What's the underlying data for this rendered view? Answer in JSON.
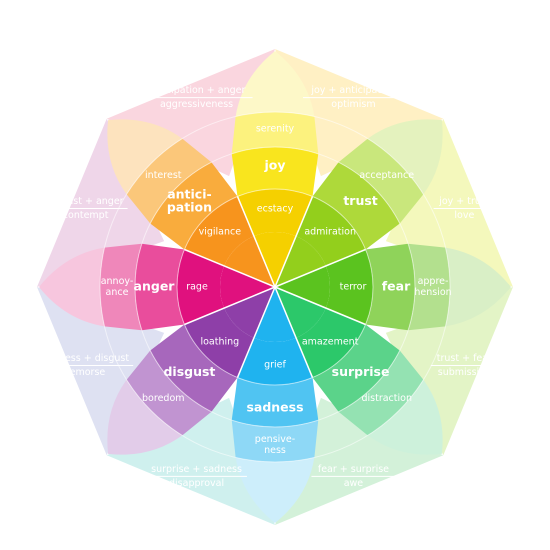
{
  "emotions": [
    {
      "key": "joy",
      "inner": [
        "ecstacy"
      ],
      "main": [
        "joy"
      ],
      "outer": [
        "serenity"
      ],
      "colors": {
        "inner": "#F5D000",
        "main": "#F9E51E",
        "outer": "#FCF27E",
        "outer_edge": "#FDF8C8"
      }
    },
    {
      "key": "trust",
      "inner": [
        "admiration"
      ],
      "main": [
        "trust"
      ],
      "outer": [
        "acceptance"
      ],
      "colors": {
        "inner": "#93CF1C",
        "main": "#AED93A",
        "outer": "#C9E77C",
        "outer_edge": "#E4F2BE"
      }
    },
    {
      "key": "fear",
      "inner": [
        "terror"
      ],
      "main": [
        "fear"
      ],
      "outer": [
        "appre-",
        "hension"
      ],
      "colors": {
        "inner": "#5BC31F",
        "main": "#8FD35A",
        "outer": "#B3E08E",
        "outer_edge": "#D9EFC6"
      }
    },
    {
      "key": "surprise",
      "inner": [
        "amazement"
      ],
      "main": [
        "surprise"
      ],
      "outer": [
        "distraction"
      ],
      "colors": {
        "inner": "#2CC86A",
        "main": "#5BD38A",
        "outer": "#94E2B2",
        "outer_edge": "#CDF1DB"
      }
    },
    {
      "key": "sadness",
      "inner": [
        "grief"
      ],
      "main": [
        "sadness"
      ],
      "outer": [
        "pensive-",
        "ness"
      ],
      "colors": {
        "inner": "#1FB3EF",
        "main": "#50C4F2",
        "outer": "#8ED8F6",
        "outer_edge": "#CDEEFB"
      }
    },
    {
      "key": "disgust",
      "inner": [
        "loathing"
      ],
      "main": [
        "disgust"
      ],
      "outer": [
        "boredom"
      ],
      "colors": {
        "inner": "#8E3FA8",
        "main": "#A767BC",
        "outer": "#C194D1",
        "outer_edge": "#E2CCE9"
      }
    },
    {
      "key": "anger",
      "inner": [
        "rage"
      ],
      "main": [
        "anger"
      ],
      "outer": [
        "annoy-",
        "ance"
      ],
      "colors": {
        "inner": "#E0117E",
        "main": "#E94D9C",
        "outer": "#EF87BA",
        "outer_edge": "#F7C6DE"
      }
    },
    {
      "key": "anticipation",
      "inner": [
        "vigilance"
      ],
      "main": [
        "antici-",
        "pation"
      ],
      "outer": [
        "interest"
      ],
      "colors": {
        "inner": "#F7941D",
        "main": "#F9AC3D",
        "outer": "#FBC77A",
        "outer_edge": "#FDE3BE"
      }
    }
  ],
  "dyads": [
    {
      "combo": "joy + anticipation",
      "result": "optimism",
      "color": "#FFF0C4"
    },
    {
      "combo": "joy + trust",
      "result": "love",
      "color": "#F4F8BC"
    },
    {
      "combo": "trust + fear",
      "result": "submission",
      "color": "#E3F4C6"
    },
    {
      "combo": "fear + surprise",
      "result": "awe",
      "color": "#D3F1D9"
    },
    {
      "combo": "surprise + sadness",
      "result": "disapproval",
      "color": "#CFF0EE"
    },
    {
      "combo": "sadness + disgust",
      "result": "remorse",
      "color": "#DEE1F2"
    },
    {
      "combo": "disgust + anger",
      "result": "contempt",
      "color": "#EFD6E9"
    },
    {
      "combo": "anticipation + anger",
      "result": "aggressiveness",
      "color": "#FAD6DF"
    }
  ],
  "dyad_line_color": "#FFFFFF"
}
